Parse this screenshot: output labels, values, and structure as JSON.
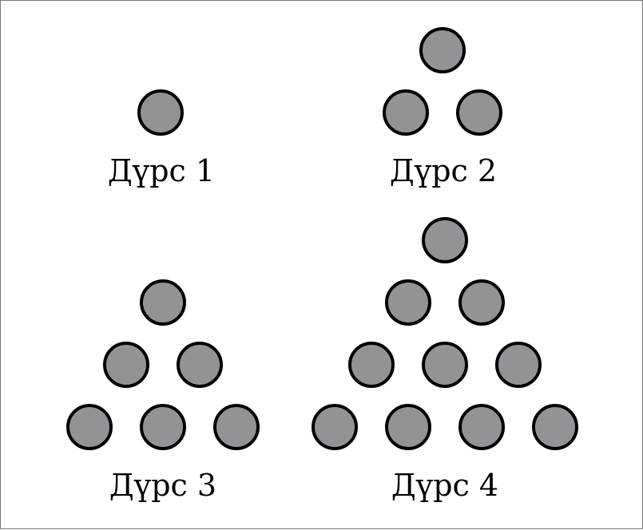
{
  "figures": [
    {
      "label": "Дүрс 1",
      "rows": 1
    },
    {
      "label": "Дүрс 2",
      "rows": 2
    },
    {
      "label": "Дүрс 3",
      "rows": 3
    },
    {
      "label": "Дүрс 4",
      "rows": 4
    }
  ],
  "colors": {
    "dot_fill": "#929396",
    "dot_stroke": "#000000",
    "frame": "#777777",
    "background": "#ffffff"
  }
}
